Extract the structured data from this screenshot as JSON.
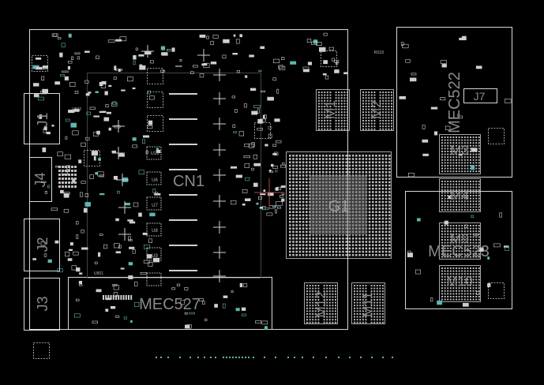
{
  "colors": {
    "background": "#000000",
    "outline": "#d8d8d8",
    "label": "#8a8a8a",
    "cursor": "#b04848",
    "via": "#5fb8b0"
  },
  "labels": {
    "j1": "J1",
    "j4": "J4",
    "j2": "J2",
    "j3": "J3",
    "cn1": "CN1",
    "g1": "G1",
    "m1": "M1",
    "m2": "M2",
    "m3": "M3",
    "m4": "M4",
    "m9": "M9",
    "m10": "M10",
    "m11": "M11",
    "m12": "M12",
    "mec522": "MEC522",
    "mec523": "MEC523",
    "mec527": "MEC527",
    "j7": "J7",
    "u601": "U601",
    "u602": "U602",
    "rs15": "RS15",
    "u16": "U16",
    "u6": "U6",
    "u7": "U7",
    "u8": "U8",
    "u9": "U9"
  }
}
